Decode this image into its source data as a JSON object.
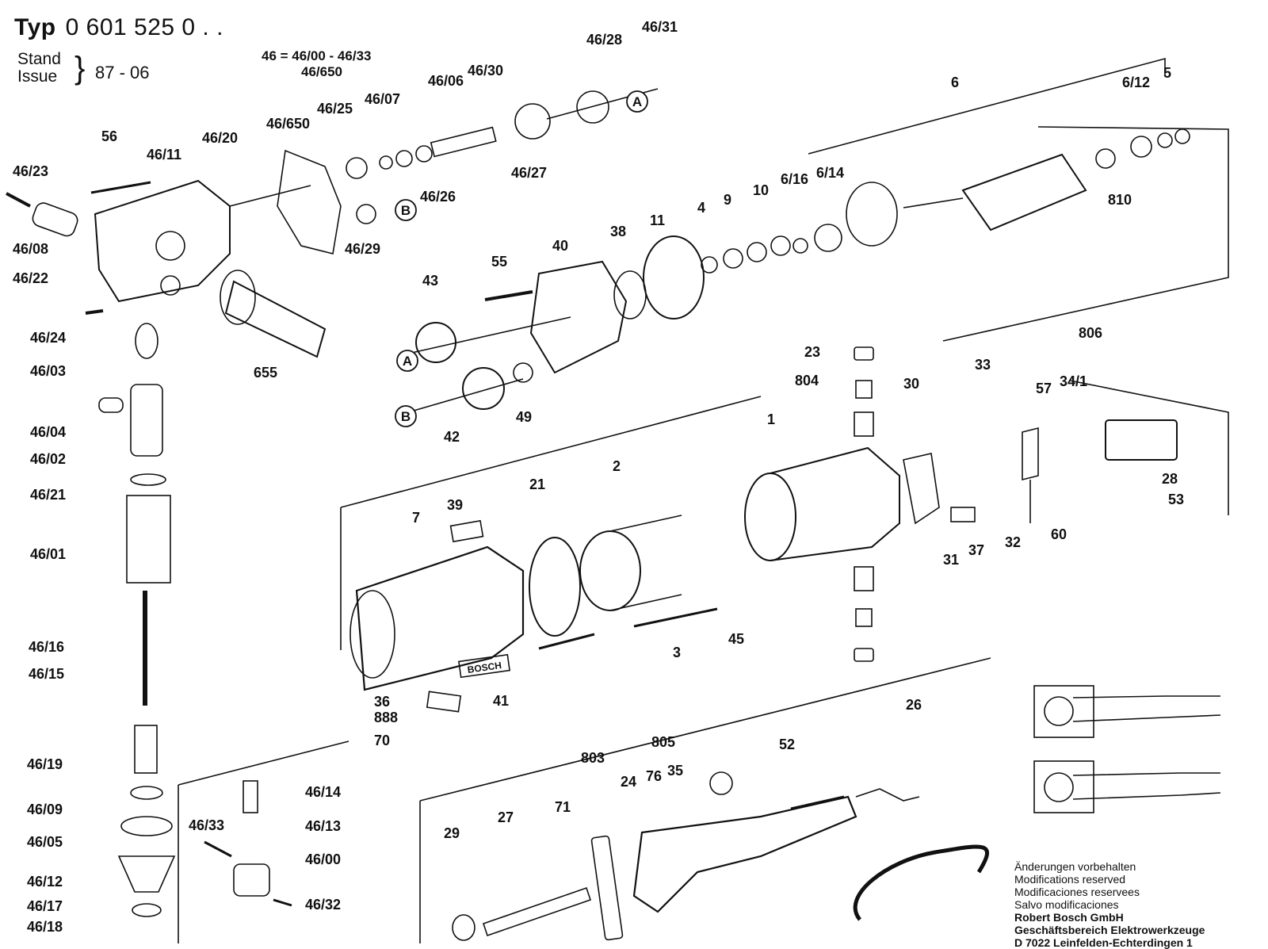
{
  "header": {
    "typ_label": "Typ",
    "typ_number": "0 601 525 0 . .",
    "stand_label": "Stand",
    "issue_label": "Issue",
    "issue_value": "87 - 06",
    "group_note_line1": "46 = 46/00 - 46/33",
    "group_note_line2": "46/650"
  },
  "callouts": [
    "A",
    "B",
    "A",
    "B"
  ],
  "part_labels": [
    "46/31",
    "46/28",
    "46/30",
    "46/06",
    "46/25",
    "46/07",
    "46/650",
    "46/20",
    "46/11",
    "56",
    "46/23",
    "46/08",
    "46/22",
    "46/27",
    "46/26",
    "46/29",
    "6",
    "6/12",
    "5",
    "810",
    "6/16",
    "6/14",
    "10",
    "9",
    "4",
    "11",
    "38",
    "40",
    "55",
    "43",
    "42",
    "49",
    "655",
    "46/24",
    "46/03",
    "46/04",
    "46/02",
    "46/21",
    "46/01",
    "46/16",
    "46/15",
    "46/19",
    "46/09",
    "46/05",
    "46/12",
    "46/17",
    "46/18",
    "46/33",
    "46/14",
    "46/13",
    "46/00",
    "46/32",
    "23",
    "804",
    "1",
    "30",
    "33",
    "806",
    "57",
    "34/1",
    "28",
    "53",
    "60",
    "32",
    "37",
    "31",
    "21",
    "2",
    "39",
    "7",
    "36",
    "888",
    "70",
    "41",
    "3",
    "45",
    "26",
    "52",
    "805",
    "76",
    "35",
    "803",
    "71",
    "24",
    "27",
    "29"
  ],
  "legend": {
    "lines": [
      "Änderungen vorbehalten",
      "Modifications reserved",
      "Modificaciones reservees",
      "Salvo modificaciones"
    ],
    "company": "Robert Bosch GmbH",
    "division": "Geschäftsbereich Elektrowerkzeuge",
    "address": "D 7022 Leinfelden-Echterdingen 1"
  },
  "brand_plate": "BOSCH"
}
